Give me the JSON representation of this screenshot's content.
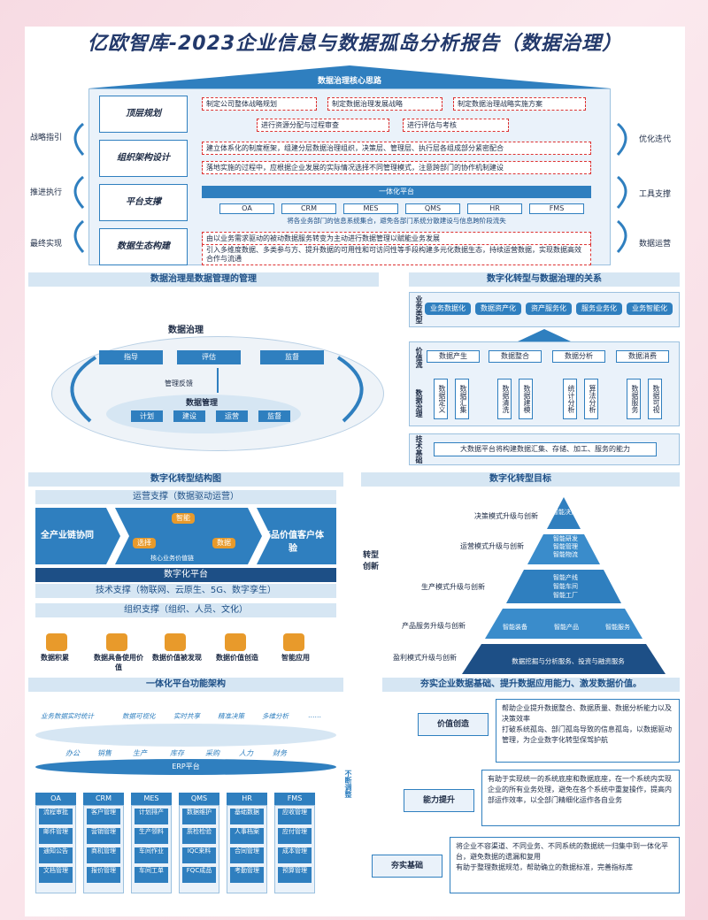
{
  "title": "亿欧智库-2023企业信息与数据孤岛分析报告（数据治理）",
  "core": {
    "header": "数据治理核心思路",
    "rows": [
      {
        "label": "顶层规划",
        "items": [
          "制定公司整体战略规划",
          "制定数据治理发展战略",
          "制定数据治理战略实施方案",
          "进行资源分配与过程审查",
          "进行评估与考核"
        ]
      },
      {
        "label": "组织架构设计",
        "items": [
          "建立体系化的制度框架，组建分层数据治理组织，决策层、管理层、执行层各组成部分紧密配合",
          "落地实施的过程中，应根据企业发展的实际情况选择不同管理模式，注意跨部门的协作机制建设"
        ]
      },
      {
        "label": "平台支撑",
        "platform": "一体化平台",
        "systems": [
          "OA",
          "CRM",
          "MES",
          "QMS",
          "HR",
          "FMS"
        ],
        "note": "将各业务部门的信息系统集合，避免各部门系统分散建设与信息跨阶段流失"
      },
      {
        "label": "数据生态构建",
        "items": [
          "由以业务需求驱动的被动数据服务转变为主动进行数据管理以赋能业务发展",
          "引入多维度数据、多类参与方、提升数据的可用性和可访问性等手段构建多元化数据生态，持续运营数据，实现数据高效合作与流通"
        ]
      }
    ],
    "left": [
      "战略指引",
      "推进执行",
      "最终实现"
    ],
    "right": [
      "优化迭代",
      "工具支撑",
      "数据运营"
    ]
  },
  "gov": {
    "header": "数据治理是数据管理的管理",
    "title": "数据治理",
    "items": [
      "指导",
      "评估",
      "监督"
    ],
    "feedback": "管理反馈",
    "mgmt": "数据管理",
    "mgmt_items": [
      "计划",
      "建设",
      "运营",
      "监督"
    ]
  },
  "rel": {
    "header": "数字化转型与数据治理的关系",
    "biz_label": "业务类型",
    "biz": [
      "业务数据化",
      "数据资产化",
      "资产服务化",
      "服务业务化",
      "业务智能化"
    ],
    "value_label": "价值流",
    "value": [
      "数据产生",
      "数据整合",
      "数据分析",
      "数据消费"
    ],
    "gov_label": "数据治理",
    "gov": [
      "数据定义",
      "数据汇集",
      "数据清洗",
      "数据建模",
      "统计分析",
      "算法分析",
      "数据服务",
      "数据可视"
    ],
    "tech_label": "技术基础",
    "tech": "大数据平台将构建数据汇集、存储、加工、服务的能力"
  },
  "struct": {
    "header": "数字化转型结构图",
    "ops": "运营支撑（数据驱动运营）",
    "left": "全产业链协同",
    "right": "产品价值客户体验",
    "smart": "智能",
    "sel": "选择",
    "data": "数据",
    "chain": "核心业务价值链",
    "platform": "数字化平台",
    "tech": "技术支撑（物联网、云原生、5G、数字孪生）",
    "org": "组织支撑（组织、人员、文化）",
    "steps": [
      "数据积累",
      "数据具备使用价值",
      "数据价值被发现",
      "数据价值创造",
      "智能应用"
    ]
  },
  "goal": {
    "header": "数字化转型目标",
    "trans": "转型创新",
    "levels": [
      {
        "name": "决策模式升级与创新",
        "items": [
          "智能决策"
        ]
      },
      {
        "name": "运营模式升级与创新",
        "items": [
          "智能研发",
          "智能管理",
          "智能物流"
        ]
      },
      {
        "name": "生产模式升级与创新",
        "items": [
          "智能产线",
          "智能车间",
          "智能工厂"
        ]
      },
      {
        "name": "产品服务升级与创新",
        "items": [
          "智能装备",
          "智能产品",
          "智能服务"
        ]
      },
      {
        "name": "盈利模式升级与创新",
        "items": [
          "数据挖掘与分析服务、投资与融资服务"
        ]
      }
    ]
  },
  "plat": {
    "header": "一体化平台功能架构",
    "tags": [
      "业务数据实时统计",
      "数据可视化",
      "实时共享",
      "精准决策",
      "多维分析",
      "……"
    ],
    "funcs": [
      "办公",
      "销售",
      "生产",
      "库存",
      "采购",
      "人力",
      "财务"
    ],
    "erp": "ERP平台",
    "systems": [
      {
        "name": "OA",
        "items": [
          "流程审批",
          "邮件管理",
          "通知公告",
          "文档管理"
        ]
      },
      {
        "name": "CRM",
        "items": [
          "客户管理",
          "营销管理",
          "商机管理",
          "报价管理"
        ]
      },
      {
        "name": "MES",
        "items": [
          "计划排产",
          "生产领料",
          "车间作业",
          "车间工单"
        ]
      },
      {
        "name": "QMS",
        "items": [
          "数据维护",
          "质检检验",
          "IQC来料",
          "FQC成品"
        ]
      },
      {
        "name": "HR",
        "items": [
          "基础数据",
          "人事档案",
          "合同管理",
          "考勤管理"
        ]
      },
      {
        "name": "FMS",
        "items": [
          "应收管理",
          "应付管理",
          "成本管理",
          "预算管理"
        ]
      }
    ],
    "side": "不断调整"
  },
  "base": {
    "header": "夯实企业数据基础、提升数据应用能力、激发数据价值。",
    "rows": [
      {
        "label": "价值创造",
        "items": [
          "帮助企业提升数据整合、数据质量、数据分析能力以及决策效率",
          "打破系统孤岛、部门孤岛导致的信息孤岛，以数据驱动管理，为企业数字化转型保驾护航"
        ]
      },
      {
        "label": "能力提升",
        "items": [
          "有助于实现统一的系统底座和数据底座，在一个系统内实现企业的所有业务处理，避免在各个系统中重复操作，提高内部运作效率，以全部门精细化运作各自业务"
        ]
      },
      {
        "label": "夯实基础",
        "items": [
          "将企业不容渠道、不同业务、不同系统的数据统一归集中到一体化平台，避免数据的遗漏和复用",
          "有助于整理数据规范，帮助确立的数据标准，完善指标库"
        ]
      }
    ]
  }
}
